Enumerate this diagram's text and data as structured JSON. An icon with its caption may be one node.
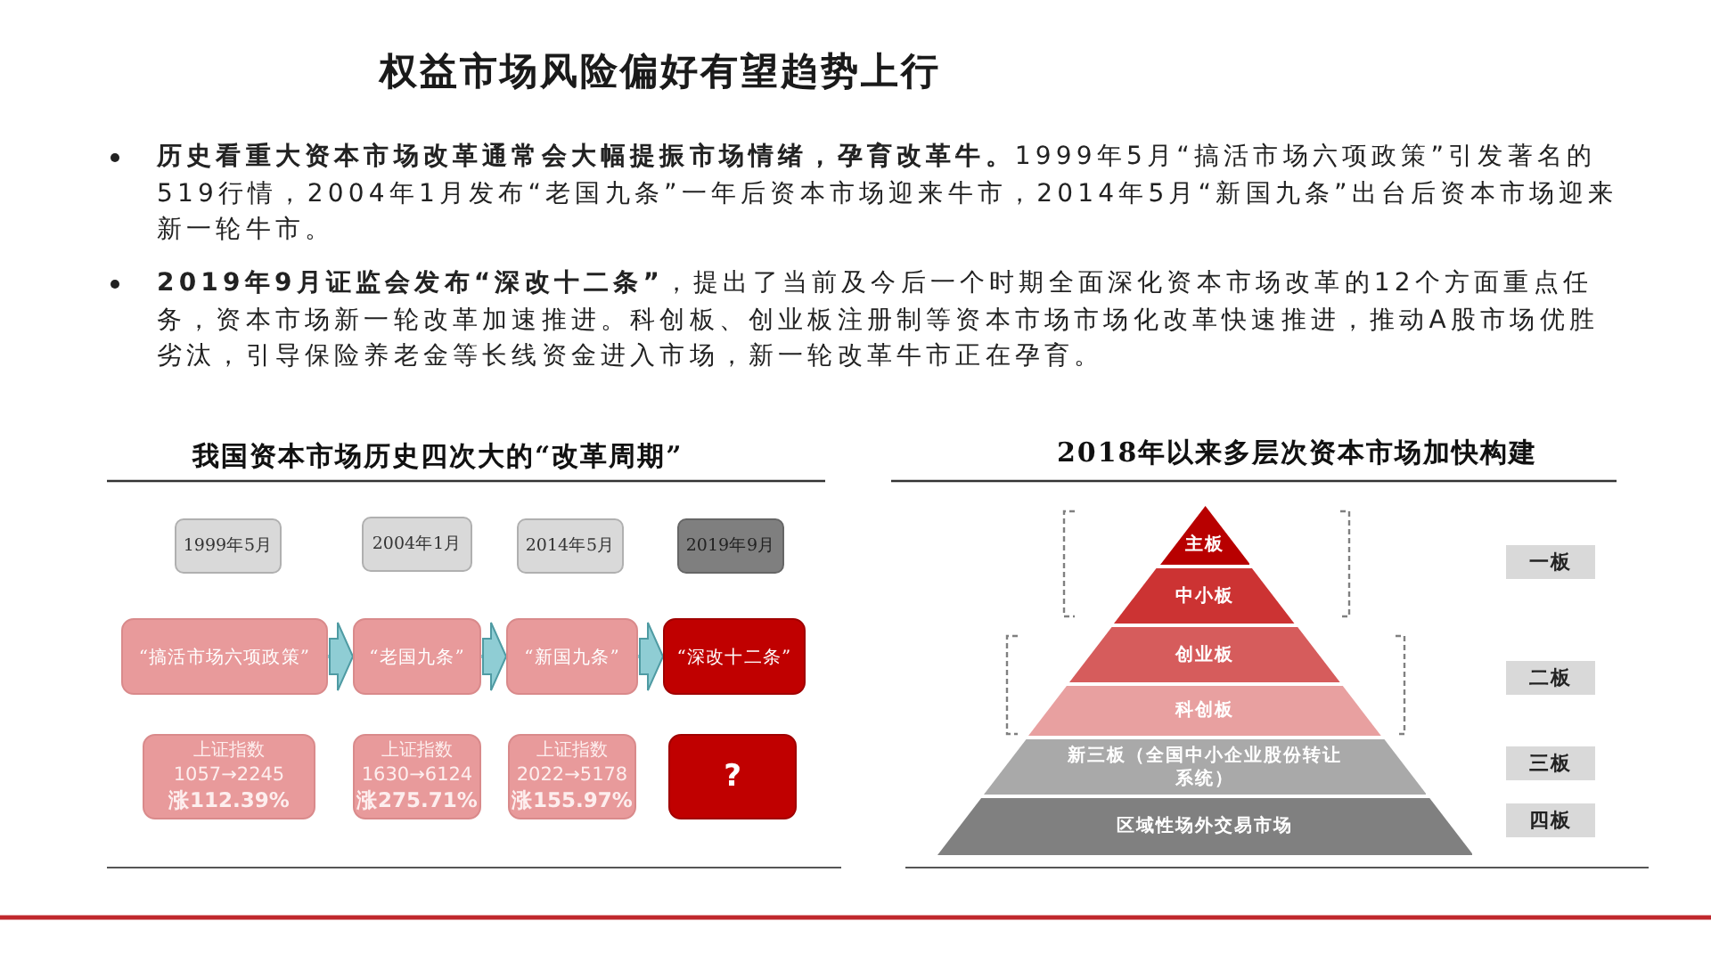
{
  "diagram": {
    "title": "权益市场风险偏好有望趋势上行",
    "nodes": [
      {
        "text": [
          "1999年5月"
        ]
      },
      {
        "text": [
          "2004年1月"
        ]
      },
      {
        "text": [
          "2014年5月"
        ]
      },
      {
        "text": [
          "2019年9月"
        ]
      },
      {
        "text": [
          "“搞活市场六项政策”"
        ]
      },
      {
        "text": [
          "“老国九条”"
        ]
      },
      {
        "text": [
          "“新国九条”"
        ]
      },
      {
        "text": [
          "“深改十二条”"
        ]
      },
      {
        "text": [
          "上证指数",
          "1057→2245",
          "涨112.39%"
        ]
      },
      {
        "text": [
          "上证指数",
          "1630→6124",
          "涨275.71%"
        ]
      },
      {
        "text": [
          "上证指数",
          "2022→5178",
          "涨155.97%"
        ]
      },
      {
        "text": [
          "?"
        ]
      },
      {
        "text": [
          "主板"
        ]
      },
      {
        "text": [
          "中小板"
        ]
      },
      {
        "text": [
          "创业板"
        ]
      },
      {
        "text": [
          "科创板"
        ]
      },
      {
        "text": [
          "新三板（全国中小企业股份转让系统）"
        ]
      },
      {
        "text": [
          "区域性场外交易市场"
        ]
      },
      {
        "text": [
          "一板"
        ]
      },
      {
        "text": [
          "二板"
        ]
      },
      {
        "text": [
          "三板"
        ]
      },
      {
        "text": [
          "四板"
        ]
      }
    ],
    "edges": [
      {
        "from": 4,
        "to": 5,
        "arrow": "to"
      },
      {
        "from": 5,
        "to": 6,
        "arrow": "to"
      },
      {
        "from": 6,
        "to": 7,
        "arrow": "to"
      }
    ],
    "labels": [
      "**历史看重大资本市场改革通常会大幅提振市场情绪，孕育改革牛。**1999年5月“搞活市场六项政策”引发著名的519行情，2004年1月发布“老国九条”一年后资本市场迎来牛市，2014年5月“新国九条”出台后资本市场迎来新一轮牛市。",
      "**2019年9月证监会发布“深改十二条”**，提出了当前及今后一个时期全面深化资本市场改革的12个方面重点任务，资本市场新一轮改革加速推进。科创板、创业板注册制等资本市场市场化改革快速推进，推动A股市场优胜劣汰，引导保险养老金等长线资金进入市场，新一轮改革牛市正在孕育。",
      "我国资本市场历史四次大的“改革周期”",
      "2018年以来多层次资本市场加快构建"
    ]
  }
}
